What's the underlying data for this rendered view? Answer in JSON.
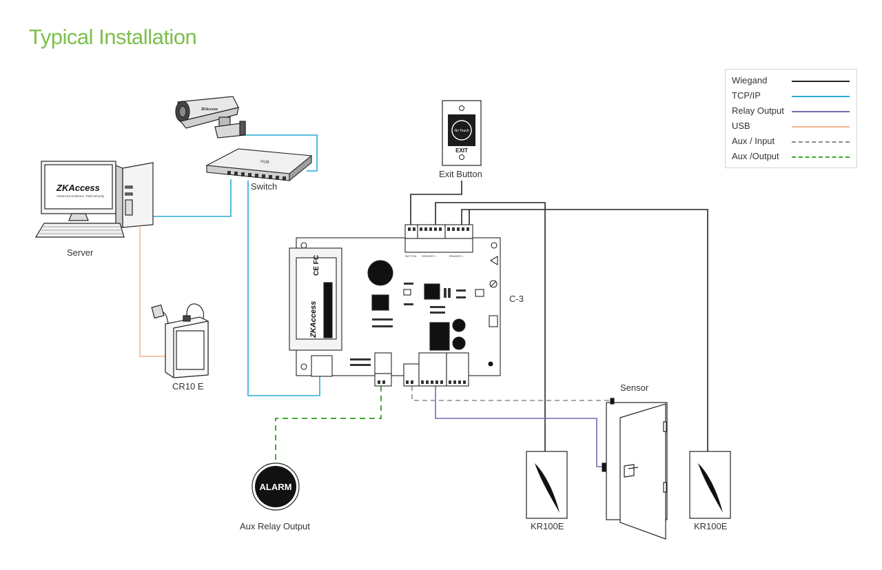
{
  "title": "Typical Installation",
  "colors": {
    "title": "#7cc04a",
    "wiegand": "#222222",
    "tcpip": "#29a9d6",
    "relay": "#7c66b2",
    "usb": "#f2b48c",
    "aux_input": "#8c8c8c",
    "aux_output": "#3faa2f"
  },
  "legend": [
    {
      "label": "Wiegand",
      "style": "solid",
      "color_key": "wiegand"
    },
    {
      "label": "TCP/IP",
      "style": "solid",
      "color_key": "tcpip"
    },
    {
      "label": "Relay Output",
      "style": "solid",
      "color_key": "relay"
    },
    {
      "label": "USB",
      "style": "solid",
      "color_key": "usb"
    },
    {
      "label": "Aux / Input",
      "style": "dashed",
      "color_key": "aux_input"
    },
    {
      "label": "Aux /Output",
      "style": "dashed",
      "color_key": "aux_output"
    }
  ],
  "components": {
    "server": "Server",
    "switch": "Switch",
    "exit_button": "Exit Button",
    "controller": "C-3",
    "reader_cr10e": "CR10 E",
    "sensor": "Sensor",
    "reader_left": "KR100E",
    "reader_right": "KR100E",
    "alarm": "Aux Relay Output"
  },
  "device_text": {
    "alarm_badge": "ALARM",
    "exit_label": "EXIT",
    "no_touch": "No Touch",
    "hub": "HUB",
    "monitor_logo": "ZKAccess",
    "monitor_tagline": "Advanced Solutions, Total Security",
    "board_logo": "ZKAccess",
    "board_cert": "CE FC",
    "camera_logo": "ZKAccess",
    "board_button": "BUTTON",
    "board_sensor": "SENSOR 1",
    "board_reader": "READER 1"
  }
}
